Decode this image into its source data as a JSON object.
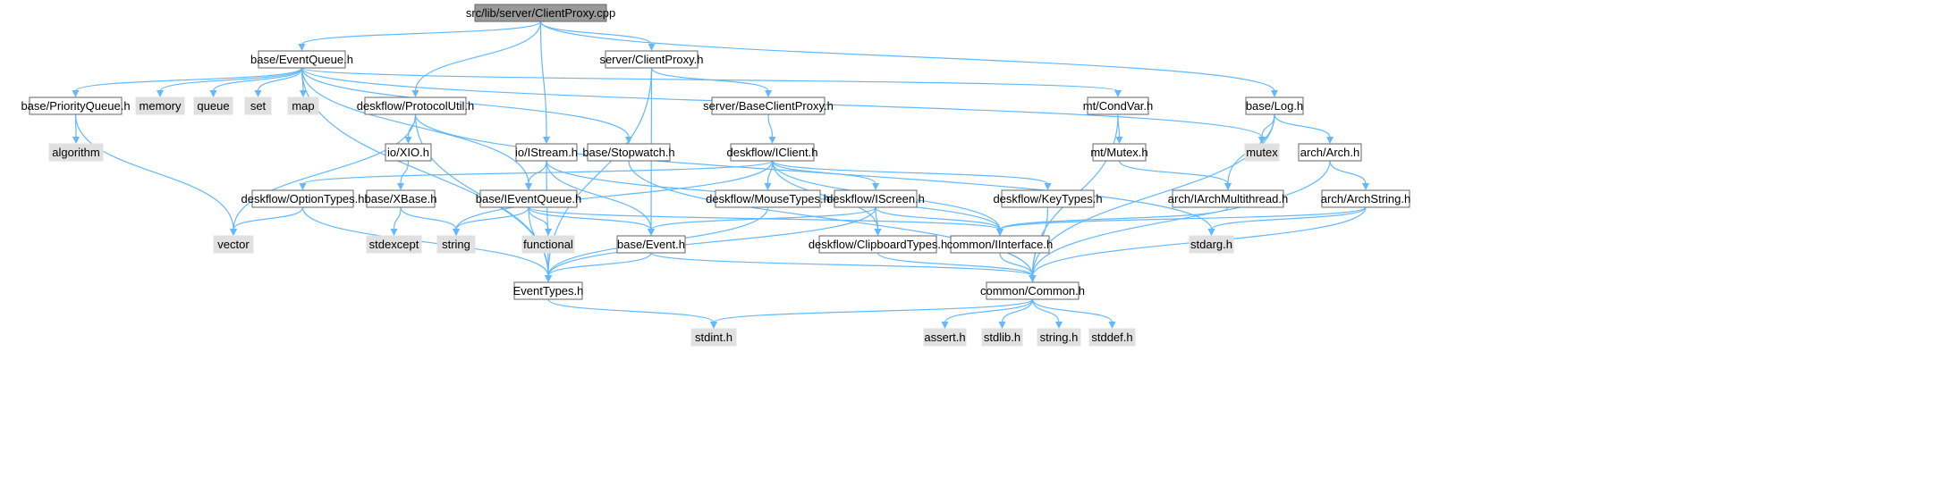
{
  "colors": {
    "edge": "#63b8ff",
    "root_fill": "#999999",
    "root_border": "#666666",
    "file_fill": "#ffffff",
    "file_border": "#666666",
    "system_fill": "#e0e0e0",
    "system_border": "#e0e0e0"
  },
  "nodes": {
    "clientproxy_cpp": {
      "label": "src/lib/server/ClientProxy.cpp",
      "kind": "root"
    },
    "eventqueue_h": {
      "label": "base/EventQueue.h",
      "kind": "file"
    },
    "server_clientproxy_h": {
      "label": "server/ClientProxy.h",
      "kind": "file"
    },
    "priorityqueue_h": {
      "label": "base/PriorityQueue.h",
      "kind": "file"
    },
    "memory": {
      "label": "memory",
      "kind": "system"
    },
    "queue": {
      "label": "queue",
      "kind": "system"
    },
    "set": {
      "label": "set",
      "kind": "system"
    },
    "map": {
      "label": "map",
      "kind": "system"
    },
    "protocolutil_h": {
      "label": "deskflow/ProtocolUtil.h",
      "kind": "file"
    },
    "istream_h": {
      "label": "io/IStream.h",
      "kind": "file"
    },
    "stopwatch_h": {
      "label": "base/Stopwatch.h",
      "kind": "file"
    },
    "baseclientproxy_h": {
      "label": "server/BaseClientProxy.h",
      "kind": "file"
    },
    "condvar_h": {
      "label": "mt/CondVar.h",
      "kind": "file"
    },
    "log_h": {
      "label": "base/Log.h",
      "kind": "file"
    },
    "algorithm": {
      "label": "algorithm",
      "kind": "system"
    },
    "xio_h": {
      "label": "io/XIO.h",
      "kind": "file"
    },
    "iclient_h": {
      "label": "deskflow/IClient.h",
      "kind": "file"
    },
    "mutex_h": {
      "label": "mt/Mutex.h",
      "kind": "file"
    },
    "mutex": {
      "label": "mutex",
      "kind": "system"
    },
    "arch_h": {
      "label": "arch/Arch.h",
      "kind": "file"
    },
    "optiontypes_h": {
      "label": "deskflow/OptionTypes.h",
      "kind": "file"
    },
    "xbase_h": {
      "label": "base/XBase.h",
      "kind": "file"
    },
    "ieventqueue_h": {
      "label": "base/IEventQueue.h",
      "kind": "file"
    },
    "mousetypes_h": {
      "label": "deskflow/MouseTypes.h",
      "kind": "file"
    },
    "iscreen_h": {
      "label": "deskflow/IScreen.h",
      "kind": "file"
    },
    "keytypes_h": {
      "label": "deskflow/KeyTypes.h",
      "kind": "file"
    },
    "iarchmultithread_h": {
      "label": "arch/IArchMultithread.h",
      "kind": "file"
    },
    "archstring_h": {
      "label": "arch/ArchString.h",
      "kind": "file"
    },
    "vector": {
      "label": "vector",
      "kind": "system"
    },
    "stdexcept": {
      "label": "stdexcept",
      "kind": "system"
    },
    "string": {
      "label": "string",
      "kind": "system"
    },
    "functional": {
      "label": "functional",
      "kind": "system"
    },
    "event_h": {
      "label": "base/Event.h",
      "kind": "file"
    },
    "clipboardtypes_h": {
      "label": "deskflow/ClipboardTypes.h",
      "kind": "file"
    },
    "iinterface_h": {
      "label": "common/IInterface.h",
      "kind": "file"
    },
    "stdarg_h": {
      "label": "stdarg.h",
      "kind": "system"
    },
    "eventtypes_h": {
      "label": "EventTypes.h",
      "kind": "file"
    },
    "common_h": {
      "label": "common/Common.h",
      "kind": "file"
    },
    "stdint_h": {
      "label": "stdint.h",
      "kind": "system"
    },
    "assert_h": {
      "label": "assert.h",
      "kind": "system"
    },
    "stdlib_h": {
      "label": "stdlib.h",
      "kind": "system"
    },
    "string_h": {
      "label": "string.h",
      "kind": "system"
    },
    "stddef_h": {
      "label": "stddef.h",
      "kind": "system"
    }
  },
  "edges": [
    [
      "clientproxy_cpp",
      "eventqueue_h"
    ],
    [
      "clientproxy_cpp",
      "protocolutil_h"
    ],
    [
      "clientproxy_cpp",
      "istream_h"
    ],
    [
      "clientproxy_cpp",
      "server_clientproxy_h"
    ],
    [
      "clientproxy_cpp",
      "log_h"
    ],
    [
      "eventqueue_h",
      "priorityqueue_h"
    ],
    [
      "eventqueue_h",
      "memory"
    ],
    [
      "eventqueue_h",
      "queue"
    ],
    [
      "eventqueue_h",
      "set"
    ],
    [
      "eventqueue_h",
      "map"
    ],
    [
      "eventqueue_h",
      "eventtypes_h"
    ],
    [
      "eventqueue_h",
      "ieventqueue_h"
    ],
    [
      "eventqueue_h",
      "stopwatch_h"
    ],
    [
      "eventqueue_h",
      "condvar_h"
    ],
    [
      "eventqueue_h",
      "mutex"
    ],
    [
      "priorityqueue_h",
      "algorithm"
    ],
    [
      "priorityqueue_h",
      "vector"
    ],
    [
      "server_clientproxy_h",
      "baseclientproxy_h"
    ],
    [
      "server_clientproxy_h",
      "event_h"
    ],
    [
      "server_clientproxy_h",
      "eventtypes_h"
    ],
    [
      "protocolutil_h",
      "xio_h"
    ],
    [
      "protocolutil_h",
      "vector"
    ],
    [
      "protocolutil_h",
      "eventtypes_h"
    ],
    [
      "protocolutil_h",
      "stdarg_h"
    ],
    [
      "xio_h",
      "xbase_h"
    ],
    [
      "xbase_h",
      "stdexcept"
    ],
    [
      "xbase_h",
      "string"
    ],
    [
      "istream_h",
      "ieventqueue_h"
    ],
    [
      "istream_h",
      "event_h"
    ],
    [
      "istream_h",
      "eventtypes_h"
    ],
    [
      "istream_h",
      "iinterface_h"
    ],
    [
      "stopwatch_h",
      "common_h"
    ],
    [
      "baseclientproxy_h",
      "iclient_h"
    ],
    [
      "iclient_h",
      "optiontypes_h"
    ],
    [
      "iclient_h",
      "mousetypes_h"
    ],
    [
      "iclient_h",
      "iscreen_h"
    ],
    [
      "iclient_h",
      "keytypes_h"
    ],
    [
      "iclient_h",
      "clipboardtypes_h"
    ],
    [
      "iclient_h",
      "iinterface_h"
    ],
    [
      "iclient_h",
      "string"
    ],
    [
      "optiontypes_h",
      "vector"
    ],
    [
      "optiontypes_h",
      "eventtypes_h"
    ],
    [
      "ieventqueue_h",
      "event_h"
    ],
    [
      "ieventqueue_h",
      "string"
    ],
    [
      "ieventqueue_h",
      "functional"
    ],
    [
      "ieventqueue_h",
      "eventtypes_h"
    ],
    [
      "ieventqueue_h",
      "iinterface_h"
    ],
    [
      "mousetypes_h",
      "eventtypes_h"
    ],
    [
      "iscreen_h",
      "event_h"
    ],
    [
      "iscreen_h",
      "clipboardtypes_h"
    ],
    [
      "iscreen_h",
      "iinterface_h"
    ],
    [
      "iscreen_h",
      "eventtypes_h"
    ],
    [
      "keytypes_h",
      "common_h"
    ],
    [
      "event_h",
      "eventtypes_h"
    ],
    [
      "event_h",
      "common_h"
    ],
    [
      "clipboardtypes_h",
      "common_h"
    ],
    [
      "iinterface_h",
      "common_h"
    ],
    [
      "eventtypes_h",
      "stdint_h"
    ],
    [
      "common_h",
      "stdint_h"
    ],
    [
      "common_h",
      "assert_h"
    ],
    [
      "common_h",
      "stdlib_h"
    ],
    [
      "common_h",
      "string_h"
    ],
    [
      "common_h",
      "stddef_h"
    ],
    [
      "condvar_h",
      "mutex_h"
    ],
    [
      "condvar_h",
      "common_h"
    ],
    [
      "mutex_h",
      "iarchmultithread_h"
    ],
    [
      "iarchmultithread_h",
      "iinterface_h"
    ],
    [
      "log_h",
      "mutex"
    ],
    [
      "log_h",
      "arch_h"
    ],
    [
      "log_h",
      "iarchmultithread_h"
    ],
    [
      "log_h",
      "common_h"
    ],
    [
      "arch_h",
      "archstring_h"
    ],
    [
      "arch_h",
      "common_h"
    ],
    [
      "archstring_h",
      "iinterface_h"
    ],
    [
      "archstring_h",
      "stdarg_h"
    ],
    [
      "archstring_h",
      "common_h"
    ]
  ]
}
